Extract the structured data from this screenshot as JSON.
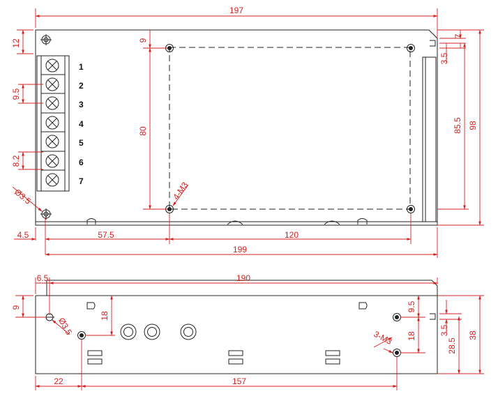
{
  "top_view": {
    "dims": {
      "width_top": "197",
      "height_right": "98",
      "mount_vertical": "85.5",
      "offset_7": "7",
      "offset_3_5": "3.5",
      "top_margin_12": "12",
      "hole_9": "9",
      "hole_span_80": "80",
      "pitch_9_5": "9.5",
      "pitch_8_2": "8.2",
      "hole_dia": "Ø3.5",
      "thread": "4-M3",
      "bottom_4_5": "4.5",
      "bottom_57_5": "57.5",
      "bottom_120": "120",
      "bottom_199": "199"
    },
    "terminals": [
      "1",
      "2",
      "3",
      "4",
      "5",
      "6",
      "7"
    ]
  },
  "side_view": {
    "dims": {
      "width_190": "190",
      "left_6_5": "6.5",
      "left_9": "9",
      "hole_dia": "Ø3.5",
      "v_18_left": "18",
      "thread": "3-M3",
      "right_9_5": "9.5",
      "right_18": "18",
      "right_3_5": "3.5",
      "right_28_5": "28.5",
      "height_38": "38",
      "bottom_22": "22",
      "bottom_157": "157"
    }
  }
}
